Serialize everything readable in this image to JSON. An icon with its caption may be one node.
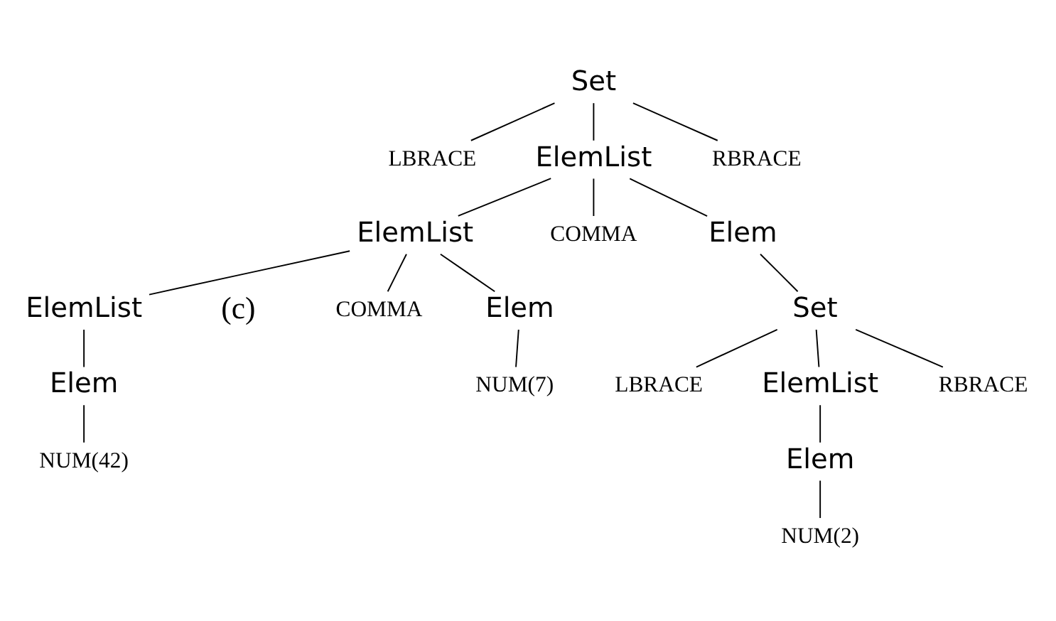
{
  "diagram": {
    "nodes": [
      {
        "text": [
          "Set"
        ]
      },
      {
        "text": [
          "LBRACE"
        ]
      },
      {
        "text": [
          "ElemList"
        ]
      },
      {
        "text": [
          "RBRACE"
        ]
      },
      {
        "text": [
          "ElemList"
        ]
      },
      {
        "text": [
          "COMMA"
        ]
      },
      {
        "text": [
          "Elem"
        ]
      },
      {
        "text": [
          "ElemList"
        ]
      },
      {
        "text": [
          "COMMA"
        ]
      },
      {
        "text": [
          "Elem"
        ]
      },
      {
        "text": [
          "Set"
        ]
      },
      {
        "text": [
          "Elem"
        ]
      },
      {
        "text": [
          "NUM(7)"
        ]
      },
      {
        "text": [
          "LBRACE"
        ]
      },
      {
        "text": [
          "ElemList"
        ]
      },
      {
        "text": [
          "RBRACE"
        ]
      },
      {
        "text": [
          "NUM(42)"
        ]
      },
      {
        "text": [
          "Elem"
        ]
      },
      {
        "text": [
          "NUM(2)"
        ]
      }
    ],
    "edges": [
      {
        "from": 0,
        "to": 1,
        "arrow": "none"
      },
      {
        "from": 0,
        "to": 2,
        "arrow": "none"
      },
      {
        "from": 0,
        "to": 3,
        "arrow": "none"
      },
      {
        "from": 2,
        "to": 4,
        "arrow": "none"
      },
      {
        "from": 2,
        "to": 5,
        "arrow": "none"
      },
      {
        "from": 2,
        "to": 6,
        "arrow": "none"
      },
      {
        "from": 4,
        "to": 7,
        "arrow": "none"
      },
      {
        "from": 4,
        "to": 8,
        "arrow": "none"
      },
      {
        "from": 4,
        "to": 9,
        "arrow": "none"
      },
      {
        "from": 6,
        "to": 10,
        "arrow": "none"
      },
      {
        "from": 7,
        "to": 11,
        "arrow": "none"
      },
      {
        "from": 9,
        "to": 12,
        "arrow": "none"
      },
      {
        "from": 10,
        "to": 13,
        "arrow": "none"
      },
      {
        "from": 10,
        "to": 14,
        "arrow": "none"
      },
      {
        "from": 10,
        "to": 15,
        "arrow": "none"
      },
      {
        "from": 11,
        "to": 16,
        "arrow": "none"
      },
      {
        "from": 14,
        "to": 17,
        "arrow": "none"
      },
      {
        "from": 17,
        "to": 18,
        "arrow": "none"
      }
    ],
    "labels": [
      "(c)"
    ]
  }
}
